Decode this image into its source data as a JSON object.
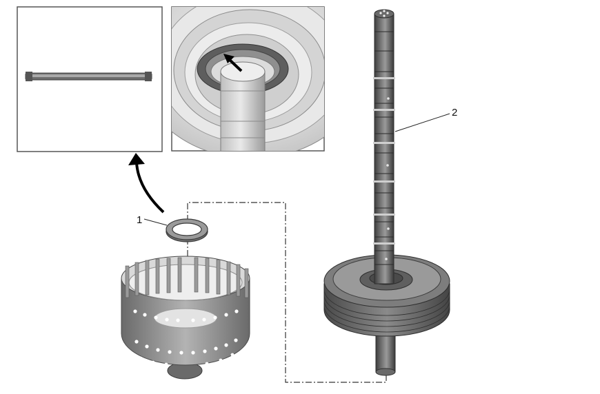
{
  "callouts": {
    "part_1": "1",
    "part_2": "2"
  },
  "inset_left": {
    "content": "thrust-washer-side-view"
  },
  "inset_right": {
    "content": "washer-seated-on-shaft",
    "arrow": "location-arrow-icon"
  },
  "colors": {
    "metal_dark": "#5a5a5a",
    "metal_mid": "#8d8d8d",
    "metal_light": "#c9c9c9",
    "outline": "#4a4a4a",
    "inset_border": "#555555"
  }
}
